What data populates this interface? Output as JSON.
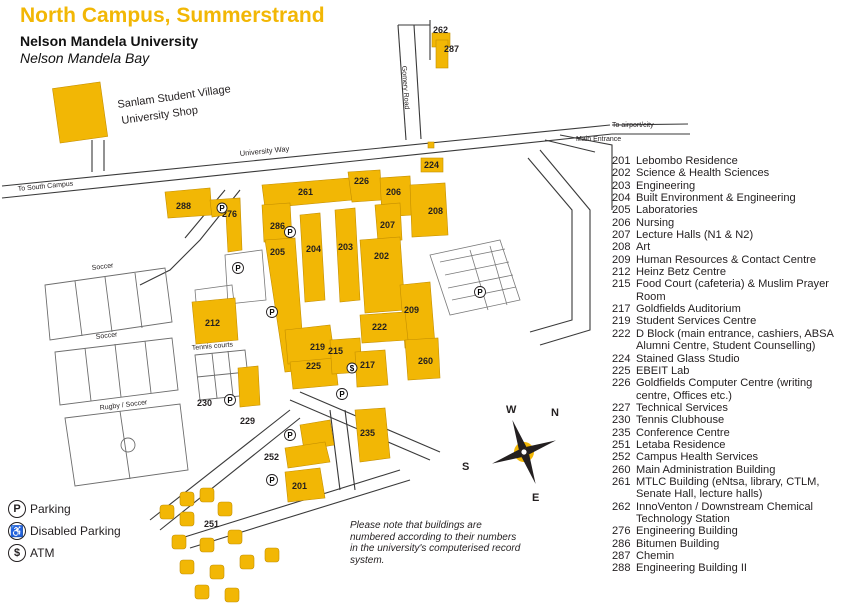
{
  "header": {
    "title": "North Campus, Summerstrand",
    "university": "Nelson Mandela University",
    "city": "Nelson Mandela Bay"
  },
  "map_labels": {
    "student_village": [
      "Sanlam Student Village",
      "University Shop"
    ],
    "university_way": "University Way",
    "gomery_road": "Gomery Road",
    "to_south_campus": "To South Campus",
    "to_airport": "To airport/city",
    "main_entrance": "Main Entrance",
    "soccer1": "Soccer",
    "soccer2": "Soccer",
    "rugby_soccer": "Rugby / Soccer",
    "tennis_courts": "Tennis courts",
    "parking_symbol": "P",
    "atm_symbol": "$"
  },
  "building_labels": {
    "b261": "261",
    "b226": "226",
    "b224": "224",
    "b206": "206",
    "b208": "208",
    "b207": "207",
    "b288": "288",
    "b276": "276",
    "b286": "286",
    "b205": "205",
    "b204": "204",
    "b203": "203",
    "b202": "202",
    "b209": "209",
    "b222": "222",
    "b212": "212",
    "b219": "219",
    "b215": "215",
    "b225": "225",
    "b217": "217",
    "b260": "260",
    "b230": "230",
    "b229": "229",
    "b235": "235",
    "b252": "252",
    "b201": "201",
    "b251": "251",
    "b262": "262",
    "b287": "287"
  },
  "compass": {
    "n": "N",
    "s": "S",
    "e": "E",
    "w": "W"
  },
  "legend": [
    {
      "symbol": "P",
      "label": "Parking"
    },
    {
      "symbol": "♿",
      "label": "Disabled Parking"
    },
    {
      "symbol": "$",
      "label": "ATM"
    }
  ],
  "note": "Please note that buildings are numbered according to their numbers in the university's computerised record system.",
  "building_index": [
    {
      "num": "201",
      "name": "Lebombo Residence"
    },
    {
      "num": "202",
      "name": "Science & Health Sciences"
    },
    {
      "num": "203",
      "name": "Engineering"
    },
    {
      "num": "204",
      "name": "Built Environment & Engineering"
    },
    {
      "num": "205",
      "name": "Laboratories"
    },
    {
      "num": "206",
      "name": "Nursing"
    },
    {
      "num": "207",
      "name": "Lecture Halls (N1 & N2)"
    },
    {
      "num": "208",
      "name": "Art"
    },
    {
      "num": "209",
      "name": "Human Resources & Contact Centre"
    },
    {
      "num": "212",
      "name": "Heinz Betz Centre"
    },
    {
      "num": "215",
      "name": "Food Court (cafeteria) & Muslim Prayer Room"
    },
    {
      "num": "217",
      "name": "Goldfields Auditorium"
    },
    {
      "num": "219",
      "name": "Student Services Centre"
    },
    {
      "num": "222",
      "name": "D Block (main entrance, cashiers, ABSA Alumni Centre, Student Counselling)"
    },
    {
      "num": "224",
      "name": "Stained Glass Studio"
    },
    {
      "num": "225",
      "name": "EBEIT Lab"
    },
    {
      "num": "226",
      "name": "Goldfields Computer Centre (writing centre, Offices etc.)"
    },
    {
      "num": "227",
      "name": "Technical Services"
    },
    {
      "num": "230",
      "name": "Tennis Clubhouse"
    },
    {
      "num": "235",
      "name": "Conference Centre"
    },
    {
      "num": "251",
      "name": "Letaba Residence"
    },
    {
      "num": "252",
      "name": "Campus Health Services"
    },
    {
      "num": "260",
      "name": "Main Administration Building"
    },
    {
      "num": "261",
      "name": "MTLC Building (eNtsa, library, CTLM, Senate Hall, lecture halls)"
    },
    {
      "num": "262",
      "name": "InnoVenton / Downstream Chemical Technology Station"
    },
    {
      "num": "276",
      "name": "Engineering Building"
    },
    {
      "num": "286",
      "name": "Bitumen Building"
    },
    {
      "num": "287",
      "name": "Chemin"
    },
    {
      "num": "288",
      "name": "Engineering Building II"
    }
  ]
}
